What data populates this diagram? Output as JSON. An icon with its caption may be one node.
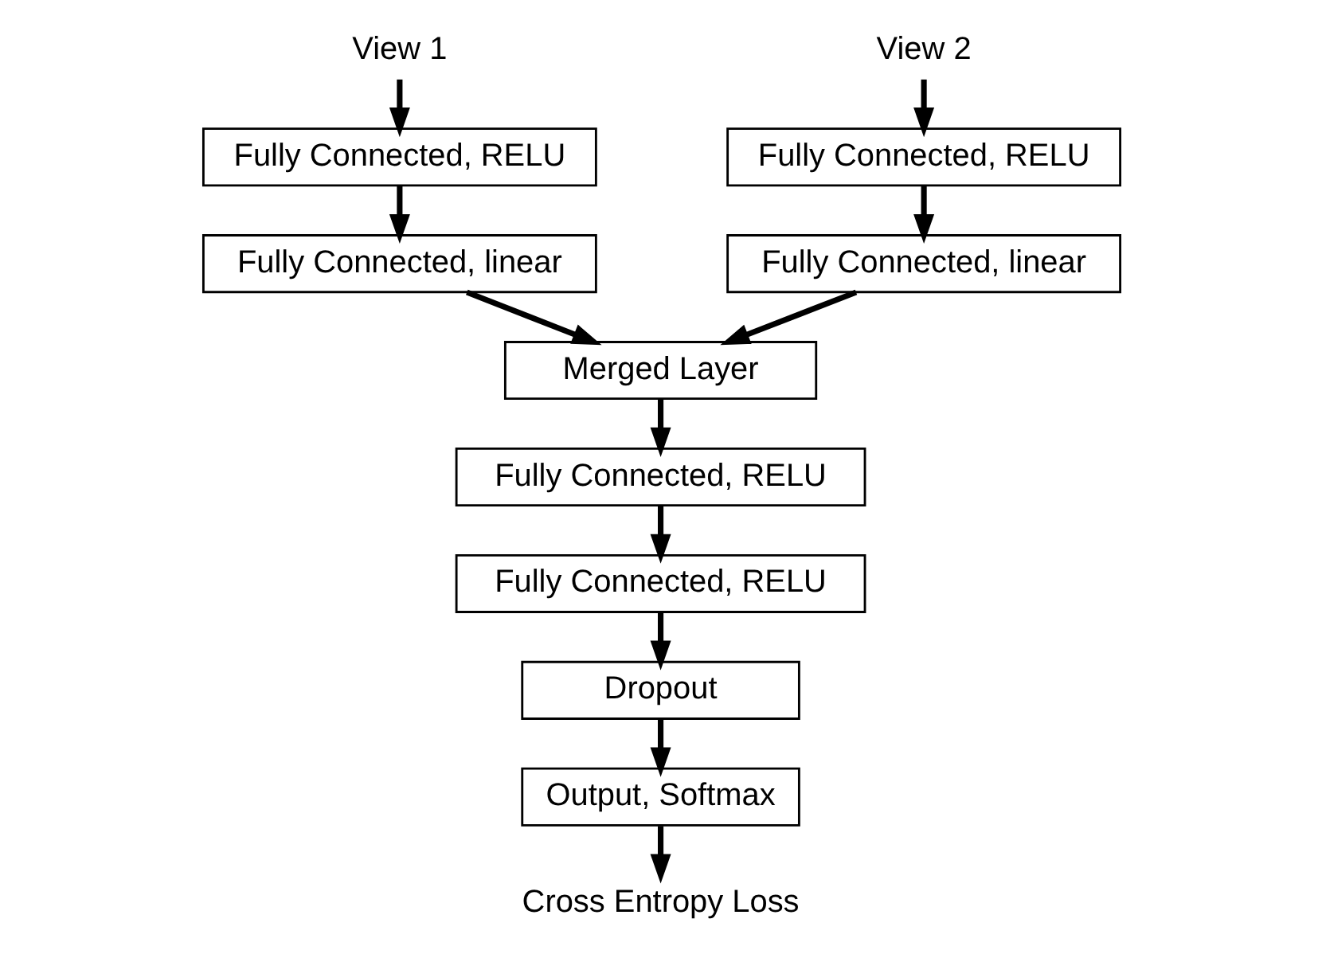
{
  "diagram": {
    "nodes": [
      {
        "text": [
          "View 1"
        ]
      },
      {
        "text": [
          "Fully Connected, RELU"
        ]
      },
      {
        "text": [
          "Fully Connected, linear"
        ]
      },
      {
        "text": [
          "View 2"
        ]
      },
      {
        "text": [
          "Fully Connected, RELU"
        ]
      },
      {
        "text": [
          "Fully Connected, linear"
        ]
      },
      {
        "text": [
          "Merged Layer"
        ]
      },
      {
        "text": [
          "Fully Connected, RELU"
        ]
      },
      {
        "text": [
          "Fully Connected, RELU"
        ]
      },
      {
        "text": [
          "Dropout"
        ]
      },
      {
        "text": [
          "Output, Softmax"
        ]
      },
      {
        "text": [
          "Cross Entropy Loss"
        ]
      }
    ],
    "edges": [
      {
        "from": 0,
        "to": 1,
        "arrow": "to"
      },
      {
        "from": 1,
        "to": 2,
        "arrow": "to"
      },
      {
        "from": 3,
        "to": 4,
        "arrow": "to"
      },
      {
        "from": 4,
        "to": 5,
        "arrow": "to"
      },
      {
        "from": 2,
        "to": 6,
        "arrow": "to"
      },
      {
        "from": 5,
        "to": 6,
        "arrow": "to"
      },
      {
        "from": 6,
        "to": 7,
        "arrow": "to"
      },
      {
        "from": 7,
        "to": 8,
        "arrow": "to"
      },
      {
        "from": 8,
        "to": 9,
        "arrow": "to"
      },
      {
        "from": 9,
        "to": 10,
        "arrow": "to"
      },
      {
        "from": 10,
        "to": 11,
        "arrow": "to"
      }
    ]
  }
}
